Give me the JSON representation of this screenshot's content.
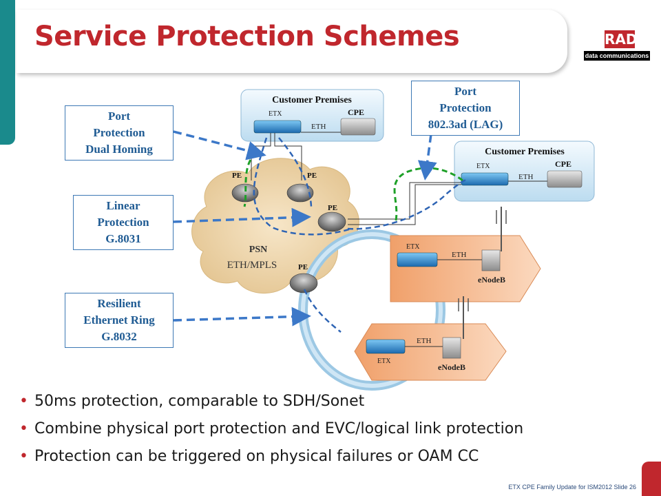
{
  "title": "Service Protection Schemes",
  "logo": {
    "brand": "RAD",
    "tagline": "data communications"
  },
  "callouts": {
    "dual_homing": "Port\nProtection\nDual Homing",
    "linear": "Linear\nProtection\nG.8031",
    "ring": "Resilient\nEthernet Ring\nG.8032",
    "lag": "Port\nProtection\n802.3ad (LAG)"
  },
  "diagram": {
    "customer_premises": "Customer Premises",
    "etx": "ETX",
    "eth": "ETH",
    "cpe": "CPE",
    "pe": "PE",
    "psn": "PSN",
    "eth_mpls": "ETH/MPLS",
    "enodeb": "eNodeB"
  },
  "bullets": [
    "50ms protection, comparable to SDH/Sonet",
    "Combine physical port protection and EVC/logical link protection",
    "Protection can be triggered on physical failures or OAM CC"
  ],
  "footer": "ETX CPE Family Update for ISM2012 Slide 26",
  "colors": {
    "accent": "#c0272d",
    "teal": "#1a8a8c",
    "callout_blue": "#3c78b4",
    "dash_blue": "#3c78c8",
    "dash_green": "#1ea028"
  }
}
